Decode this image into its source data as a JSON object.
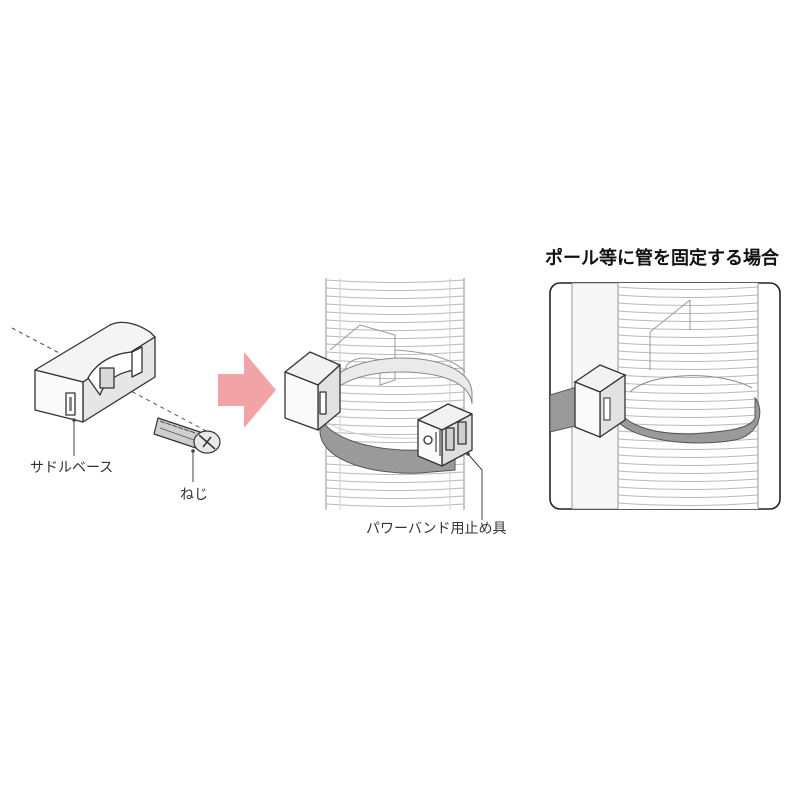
{
  "labels": {
    "saddle_base": "サドルベース",
    "screw": "ねじ",
    "stopper": "パワーバンド用止め具"
  },
  "inset": {
    "title": "ポール等に管を固定する場合"
  },
  "colors": {
    "arrow": "#f2a3a6",
    "band": "#9a9a9a",
    "outline": "#333333",
    "pipe_ribs": "#b5b5b5"
  },
  "icons": {
    "arrow": "right-arrow-icon"
  }
}
